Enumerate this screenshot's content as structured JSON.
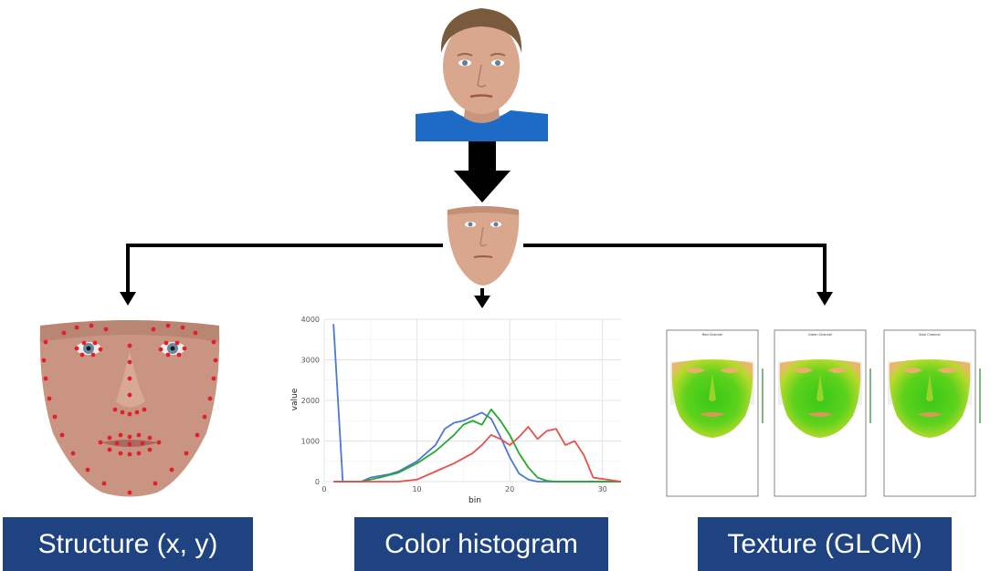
{
  "labels": {
    "structure": "Structure (x, y)",
    "color": "Color histogram",
    "texture": "Texture (GLCM)"
  },
  "colors": {
    "label_bg": "#1f4380",
    "label_text": "#ffffff",
    "arrow": "#000000",
    "landmark": "#e0202a",
    "shirt": "#1e6bc6",
    "skin": "#d9a68e"
  },
  "icons": {
    "portrait": "face-photo",
    "cropped_face": "cropped-face-photo",
    "landmark_face": "face-landmarks-photo",
    "texture_maps": "glcm-heatmaps"
  },
  "texture_panels": [
    "Red Channel",
    "Green Channel",
    "Blue Channel"
  ],
  "chart_data": {
    "type": "line",
    "xlabel": "bin",
    "ylabel": "value",
    "xlim": [
      0,
      32
    ],
    "ylim": [
      0,
      4000
    ],
    "x_ticks": [
      0,
      10,
      20,
      30
    ],
    "y_ticks": [
      0,
      1000,
      2000,
      3000,
      4000
    ],
    "grid": true,
    "series": [
      {
        "color": "#4a78d8",
        "x": [
          1,
          2,
          4,
          5,
          7,
          8,
          10,
          12,
          13,
          14,
          15,
          16,
          17,
          18,
          19,
          20,
          21,
          22,
          23,
          25,
          28,
          32
        ],
        "y": [
          3880,
          0,
          0,
          100,
          180,
          250,
          500,
          900,
          1300,
          1450,
          1500,
          1600,
          1700,
          1550,
          1100,
          600,
          200,
          50,
          0,
          0,
          0,
          0
        ]
      },
      {
        "color": "#24a82e",
        "x": [
          1,
          2,
          4,
          6,
          8,
          10,
          12,
          14,
          15,
          16,
          17,
          18,
          19,
          20,
          21,
          22,
          23,
          24,
          25,
          28,
          32
        ],
        "y": [
          0,
          0,
          0,
          100,
          220,
          450,
          750,
          1150,
          1400,
          1500,
          1400,
          1780,
          1500,
          1150,
          700,
          350,
          100,
          20,
          0,
          0,
          0
        ]
      },
      {
        "color": "#e8504a",
        "x": [
          1,
          3,
          6,
          8,
          10,
          12,
          14,
          16,
          17,
          18,
          19,
          20,
          21,
          22,
          23,
          24,
          25,
          26,
          27,
          28,
          29,
          32
        ],
        "y": [
          0,
          0,
          0,
          0,
          50,
          250,
          450,
          700,
          900,
          1150,
          1050,
          900,
          1100,
          1350,
          1050,
          1250,
          1300,
          900,
          1000,
          650,
          100,
          0
        ]
      }
    ]
  }
}
